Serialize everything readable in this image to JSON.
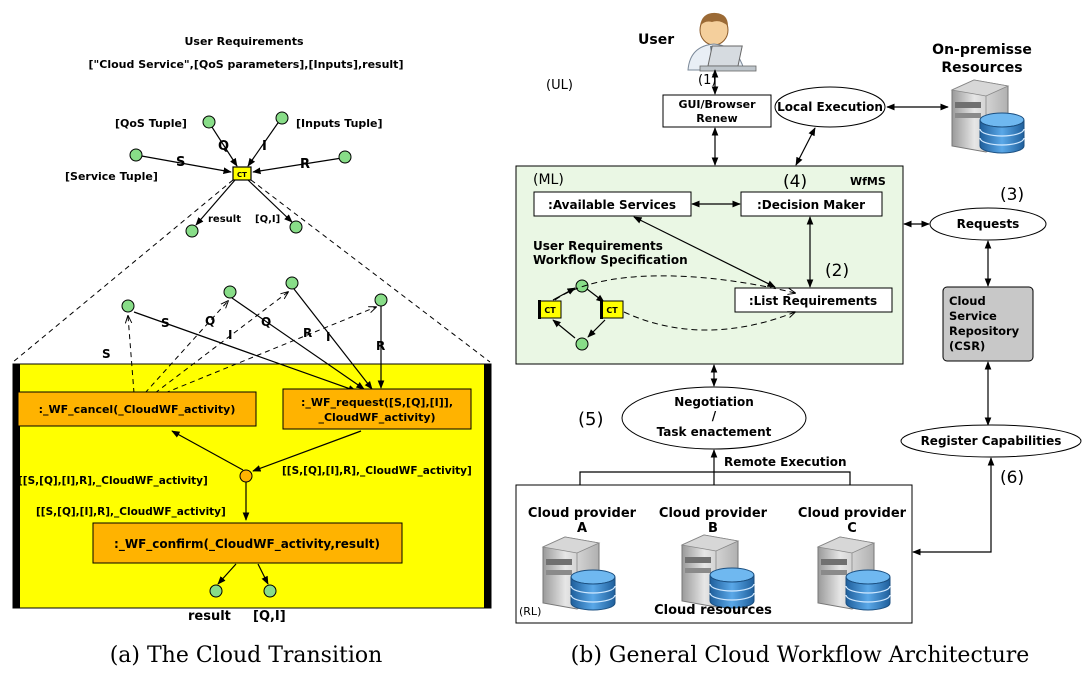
{
  "left": {
    "title": "User Requirements",
    "subtitle": "[\"Cloud Service\",[QoS parameters],[Inputs],result]",
    "tuple_labels": {
      "qos": "[QoS Tuple]",
      "inputs": "[Inputs Tuple]",
      "service": "[Service Tuple]"
    },
    "arc_letters": {
      "s": "S",
      "q": "Q",
      "i": "I",
      "r": "R"
    },
    "ct_label": "CT",
    "result_label": "result",
    "qi_label": "[Q,I]",
    "cancel_box": ":_WF_cancel(_CloudWF_activity)",
    "request_box_line1": ":_WF_request([S,[Q],[I]],",
    "request_box_line2": "_CloudWF_activity)",
    "confirm_box": ":_WF_confirm(_CloudWF_activity,result)",
    "token_label": "[[S,[Q],[I],R],_CloudWF_activity]",
    "caption": "(a) The Cloud Transition"
  },
  "right": {
    "user": "User",
    "step1": "(1)",
    "ul": "(UL)",
    "gui_line1": "GUI/Browser",
    "gui_line2": "Renew",
    "local_execution": "Local Execution",
    "onprem_line1": "On-premisse",
    "onprem_line2": "Resources",
    "ml": "(ML)",
    "step4": "(4)",
    "wfms": "WfMS",
    "step3": "(3)",
    "available_services": ":Available Services",
    "decision_maker": ":Decision Maker",
    "requests": "Requests",
    "spec_line1": "User Requirements",
    "spec_line2": "Workflow Specification",
    "step2": "(2)",
    "list_requirements": ":List Requirements",
    "ct_label": "CT",
    "csr_lines": [
      "Cloud",
      "Service",
      "Repository",
      "(CSR)"
    ],
    "negotiation_line1": "Negotiation",
    "negotiation_line2": "/",
    "negotiation_line3": "Task enactement",
    "step5": "(5)",
    "register_capabilities": "Register Capabilities",
    "remote_execution": "Remote Execution",
    "step6": "(6)",
    "providers": [
      {
        "name": "Cloud provider",
        "letter": "A"
      },
      {
        "name": "Cloud provider",
        "letter": "B"
      },
      {
        "name": "Cloud provider",
        "letter": "C"
      }
    ],
    "rl": "(RL)",
    "cloud_resources": "Cloud resources",
    "caption": "(b) General Cloud Workflow Architecture"
  },
  "colors": {
    "place_fill": "#88dd88",
    "yellow_panel": "#ffff00",
    "orange_box": "#ffb300",
    "wfms_fill": "#eaf7e4",
    "csr_fill": "#c8c8c8"
  }
}
